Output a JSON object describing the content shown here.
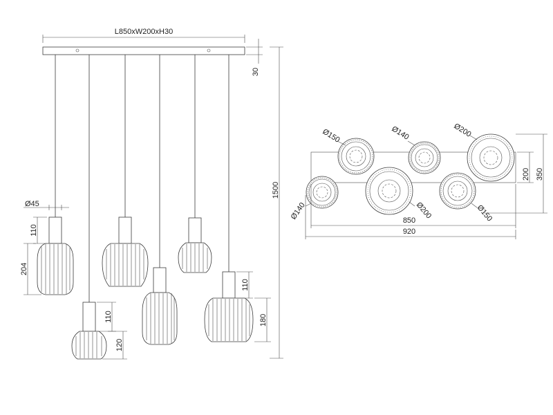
{
  "front_view": {
    "canopy_dimension": "L850xW200xH30",
    "canopy_height": "30",
    "total_height": "1500",
    "socket_diameter": "Ø45",
    "lamps": [
      {
        "socket_height": "110",
        "shade_height": "204"
      },
      {
        "socket_height": "110",
        "shade_height": "120"
      },
      {
        "socket_height": "",
        "shade_height": ""
      },
      {
        "socket_height": "",
        "shade_height": ""
      },
      {
        "socket_height": "",
        "shade_height": ""
      },
      {
        "socket_height": "110",
        "shade_height": "180"
      }
    ]
  },
  "top_view": {
    "shades": [
      {
        "diameter": "Ø150"
      },
      {
        "diameter": "Ø140"
      },
      {
        "diameter": "Ø200"
      },
      {
        "diameter": "Ø140"
      },
      {
        "diameter": "Ø200"
      },
      {
        "diameter": "Ø150"
      }
    ],
    "depth_inner": "200",
    "depth_outer": "350",
    "width_inner": "850",
    "width_outer": "920"
  }
}
